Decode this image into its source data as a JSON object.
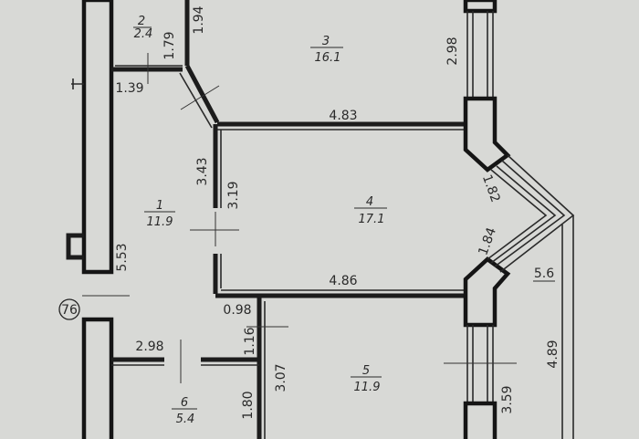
{
  "rooms": {
    "r1": {
      "num": "1",
      "area": "11.9"
    },
    "r2": {
      "num": "2",
      "area": "2.4"
    },
    "r3": {
      "num": "3",
      "area": "16.1"
    },
    "r4": {
      "num": "4",
      "area": "17.1"
    },
    "r5": {
      "num": "5",
      "area": "11.9"
    },
    "r6": {
      "num": "6",
      "area": "5.4"
    }
  },
  "dims": {
    "d_194": "1.94",
    "d_179": "1.79",
    "d_139": "1.39",
    "d_298_top": "2.98",
    "d_483": "4.83",
    "d_343": "3.43",
    "d_319": "3.19",
    "d_182": "1.82",
    "d_184": "1.84",
    "d_553": "5.53",
    "d_486": "4.86",
    "d_56": "5.6",
    "d_098": "0.98",
    "d_116": "1.16",
    "d_298_left": "2.98",
    "d_307": "3.07",
    "d_489": "4.89",
    "d_359": "3.59",
    "d_180": "1.80"
  },
  "axis_marker": "76"
}
